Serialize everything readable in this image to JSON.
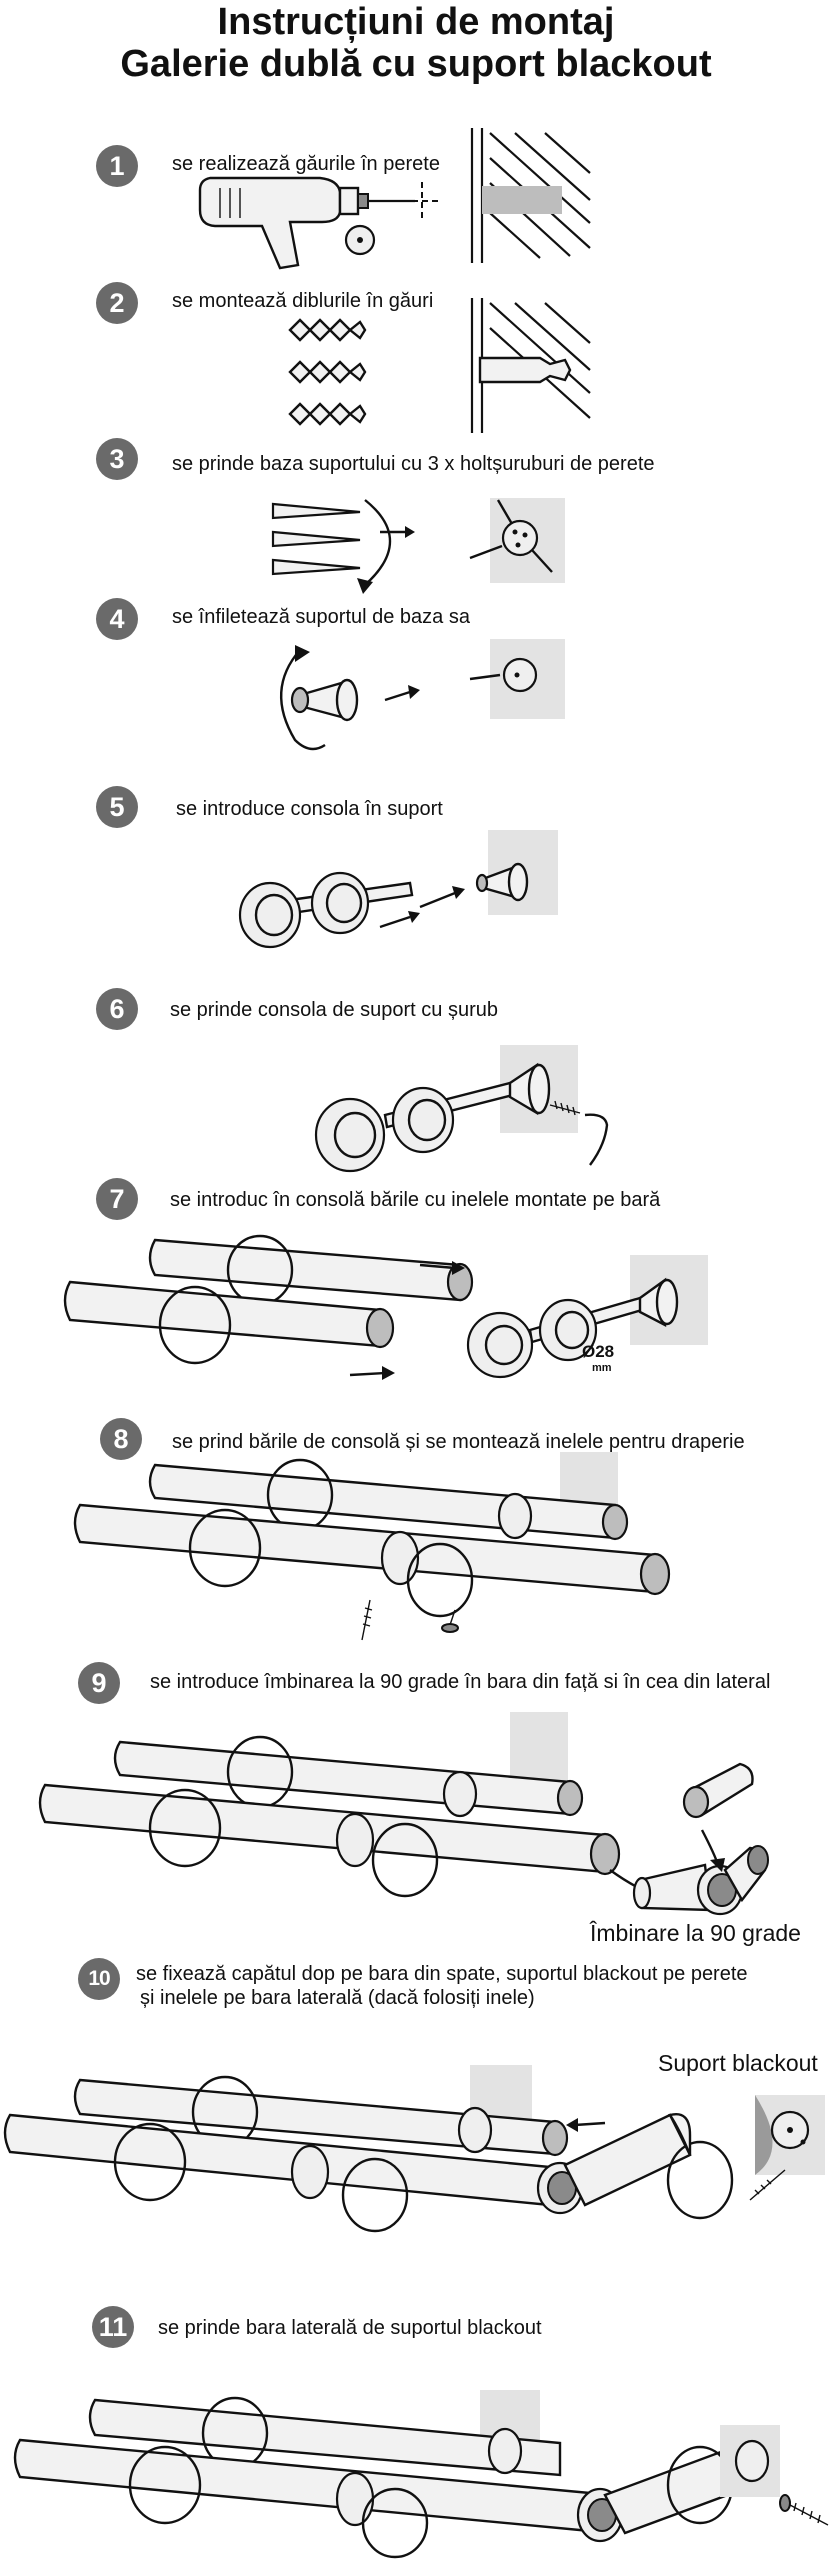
{
  "title": {
    "line1": "Instrucțiuni de montaj",
    "line2": "Galerie dublă cu suport blackout"
  },
  "steps": [
    {
      "number": "1",
      "text": "se realizează găurile în perete"
    },
    {
      "number": "2",
      "text": "se montează diblurile în găuri"
    },
    {
      "number": "3",
      "text": "se prinde baza suportului cu 3 x holtșuruburi de perete"
    },
    {
      "number": "4",
      "text": "se înfiletează suportul de baza sa"
    },
    {
      "number": "5",
      "text": "se introduce consola în suport"
    },
    {
      "number": "6",
      "text": "se prinde consola de suport cu șurub"
    },
    {
      "number": "7",
      "text": "se introduc în consolă bările cu inelele montate pe bară"
    },
    {
      "number": "8",
      "text": "se prind bările de consolă și se montează inelele pentru draperie"
    },
    {
      "number": "9",
      "text": "se introduce îmbinarea la 90 grade în bara din față si în cea din lateral"
    },
    {
      "number": "10",
      "text_line1": "se fixează capătul dop pe bara din spate, suportul blackout pe perete",
      "text_line2": "și inelele pe bara laterală (dacă folosiți inele)"
    },
    {
      "number": "11",
      "text": "se prinde bara laterală de suportul blackout"
    }
  ],
  "labels": {
    "diameter": "Ø28",
    "diameter_unit": "mm",
    "joint_90": "Îmbinare la 90 grade",
    "blackout_support": "Suport blackout"
  },
  "icons": {
    "step1": [
      "drill-icon",
      "wall-hole-icon"
    ],
    "step2": [
      "dowel-icon",
      "wall-dowel-icon"
    ],
    "step3": [
      "screw-icon",
      "bracket-base-icon"
    ],
    "step4": [
      "bracket-socket-icon",
      "rotate-arrow-icon"
    ],
    "step5": [
      "console-icon"
    ],
    "step6": [
      "console-screw-icon"
    ],
    "step7": [
      "rod-icon",
      "ring-icon"
    ],
    "step8": [
      "rod-assembly-icon"
    ],
    "step9": [
      "elbow-joint-icon"
    ],
    "step10": [
      "end-cap-icon",
      "blackout-bracket-icon"
    ],
    "step11": [
      "side-rod-icon"
    ]
  },
  "colors": {
    "badge": "#6a6a6a",
    "plate": "#e3e3e3",
    "metal": "#f2f2f2"
  }
}
